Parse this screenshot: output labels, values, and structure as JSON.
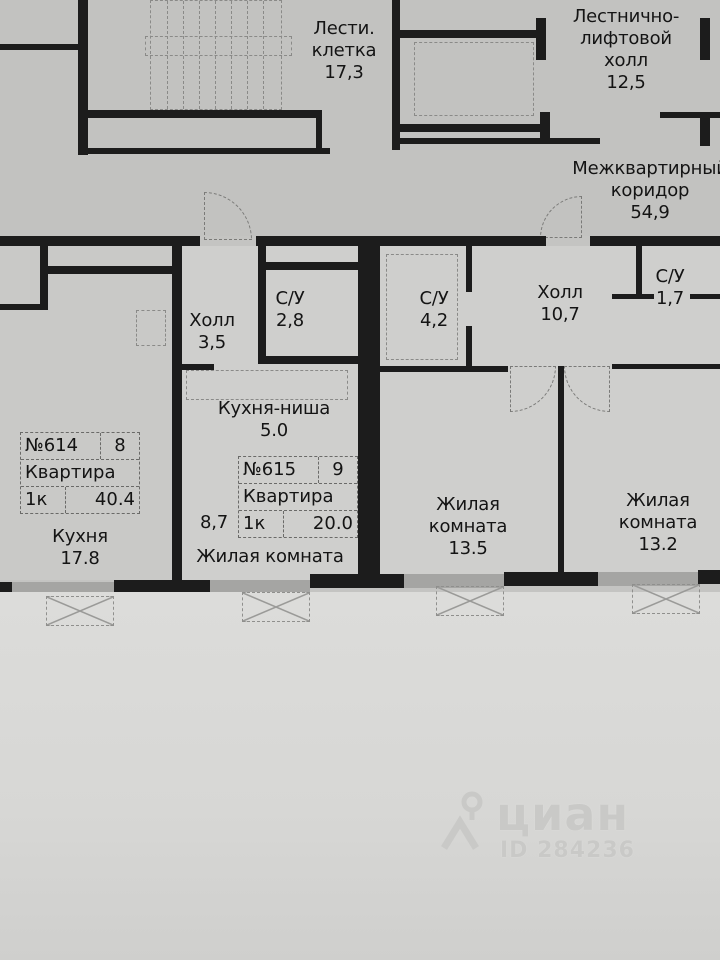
{
  "common_areas": {
    "stairwell": {
      "name_line1": "Лести.",
      "name_line2": "клетка",
      "area": "17,3"
    },
    "lift_hall": {
      "name_line1": "Лестнично-",
      "name_line2": "лифтовой",
      "name_line3": "холл",
      "area": "12,5"
    },
    "corridor": {
      "name_line1": "Межквартирный",
      "name_line2": "коридор",
      "area": "54,9"
    }
  },
  "apartments": [
    {
      "number": "№614",
      "index": "8",
      "type_label": "Квартира",
      "rooms": "1к",
      "total_area": "40.4",
      "rooms_list": [
        {
          "name": "Кухня",
          "area": "17.8"
        }
      ]
    },
    {
      "number": "№615",
      "index": "9",
      "type_label": "Квартира",
      "rooms": "1к",
      "total_area": "20.0",
      "rooms_list": [
        {
          "name": "Холл",
          "area": "3,5"
        },
        {
          "name": "С/У",
          "area": "2,8"
        },
        {
          "name": "Кухня-ниша",
          "area": "5.0"
        },
        {
          "name": "Жилая комната",
          "area": "8,7"
        }
      ]
    },
    {
      "rooms_list": [
        {
          "name": "С/У",
          "area": "4,2"
        },
        {
          "name": "Холл",
          "area": "10,7"
        },
        {
          "name": "С/У",
          "area": "1,7"
        },
        {
          "name_line1": "Жилая",
          "name_line2": "комната",
          "area": "13.5"
        },
        {
          "name_line1": "Жилая",
          "name_line2": "комната",
          "area": "13.2"
        }
      ]
    }
  ],
  "watermark": {
    "brand": "циан",
    "id": "ID 284236"
  },
  "colors": {
    "wall": "#1c1c1c",
    "floor": "#c4c4c2",
    "paper": "#d9d9d7"
  }
}
